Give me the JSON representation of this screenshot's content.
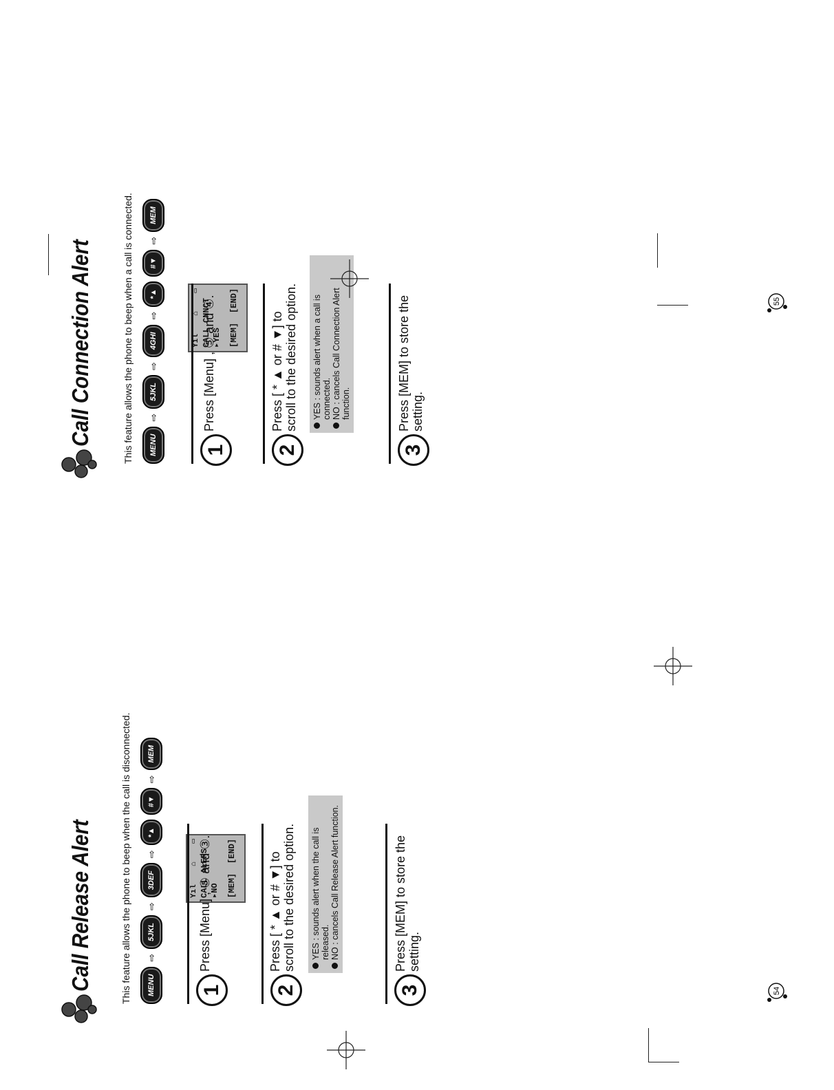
{
  "pages": {
    "left": {
      "title": "Call Release Alert",
      "intro": "This feature allows the phone to beep when the call is disconnected.",
      "keys": [
        "MENU",
        "5JKL",
        "3DEF",
        "*▲",
        "#▼",
        "MEM"
      ],
      "display": {
        "line1": "CALL ALERS",
        "line2": "▸NO",
        "soft_left": "[MEM]",
        "soft_right": "[END]"
      },
      "steps": [
        {
          "num": "1",
          "text": "Press [Menu] , ⑤ and ③."
        },
        {
          "num": "2",
          "text": "Press [ * ▲ or # ▼] to scroll to the desired option."
        },
        {
          "num": "3",
          "text": "Press [MEM] to store the setting."
        }
      ],
      "notes": [
        "YES : sounds alert when the call is released.",
        "NO : cancels Call Release Alert function."
      ],
      "page_number": "54"
    },
    "right": {
      "title": "Call Connection Alert",
      "intro": "This feature allows the phone to beep when a call is connected.",
      "keys": [
        "MENU",
        "5JKL",
        "4GHI",
        "*▲",
        "#▼",
        "MEM"
      ],
      "display": {
        "line1": "CALL CNNCT",
        "line2": "▸YES",
        "soft_left": "[MEM]",
        "soft_right": "[END]"
      },
      "steps": [
        {
          "num": "1",
          "text": "Press [Menu] , ⑤ and ④."
        },
        {
          "num": "2",
          "text": "Press [ * ▲ or # ▼] to scroll to the desired option."
        },
        {
          "num": "3",
          "text": "Press [MEM] to store the setting."
        }
      ],
      "notes": [
        "YES : sounds alert when a call is connected.",
        "NO : cancels Call Connection Alert function."
      ],
      "page_number": "55"
    }
  },
  "icons": [
    "sequence-arrow-icon",
    "signal-icon",
    "home-icon",
    "battery-icon",
    "mascot-icon",
    "registration-mark-icon"
  ],
  "colors": {
    "ink": "#111111",
    "note_bg": "#c9c9c9",
    "lcd_bg": "#b8b8b8"
  }
}
